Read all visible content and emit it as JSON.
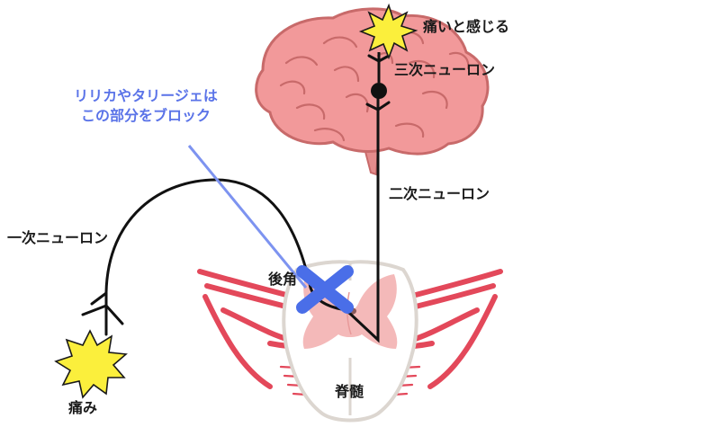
{
  "labels": {
    "pain_feel": "痛いと感じる",
    "third_neuron": "三次ニューロン",
    "second_neuron": "二次ニューロン",
    "first_neuron": "一次ニューロン",
    "dorsal_horn": "後角",
    "spinal_cord": "脊髄",
    "pain": "痛み",
    "drug_note_line1": "リリカやタリージェは",
    "drug_note_line2": "この部分をブロック"
  },
  "colors": {
    "brain_fill": "#f2999a",
    "brain_stroke": "#c86a6a",
    "nerve_red": "#e3485a",
    "cord_outline": "#dcd6d0",
    "gray_matter": "#f4b9b9",
    "block_blue": "#4a6ee8",
    "pointer_blue": "#7d93f0",
    "star_yellow": "#fbef3c",
    "neuron_black": "#111111"
  },
  "icons": {
    "block_mark": "cross-icon",
    "pain_source": "starburst-icon",
    "pain_perceived": "starburst-icon"
  }
}
